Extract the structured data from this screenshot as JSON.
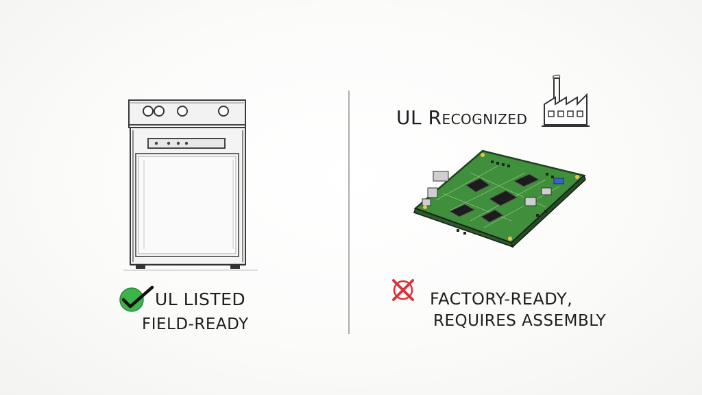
{
  "left": {
    "status_line1": "UL LISTED",
    "status_line2": "FIELD-READY",
    "status_icon": "checkmark-icon",
    "status_color": "#3bb54a"
  },
  "right": {
    "title": "UL Recognized",
    "title_icon": "factory-icon",
    "status_line1": "FACTORY-READY,",
    "status_line2": "REQUIRES ASSEMBLY",
    "status_icon": "cross-icon",
    "status_color": "#d9323a",
    "board_color": "#3f8f3c"
  }
}
